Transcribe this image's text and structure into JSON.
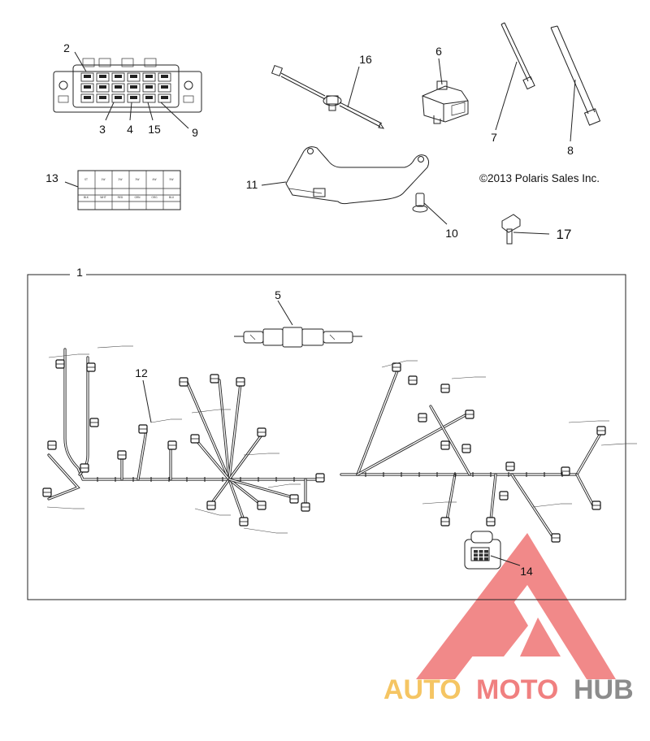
{
  "copyright": "©2013 Polaris Sales Inc.",
  "callouts": {
    "c1": "1",
    "c2": "2",
    "c3": "3",
    "c4": "4",
    "c5": "5",
    "c6": "6",
    "c7": "7",
    "c8": "8",
    "c9": "9",
    "c10": "10",
    "c11": "11",
    "c12": "12",
    "c13": "13",
    "c14": "14",
    "c15": "15",
    "c16": "16",
    "c17": "17"
  },
  "watermark": {
    "part1": "AUTO",
    "part2": "MOTO",
    "part3": "HUB",
    "color_triangle": "#f08080",
    "color_auto": "#f5c563",
    "color_moto": "#f08080",
    "color_hub": "#8c8c8c"
  },
  "table13": {
    "row1": [
      "ST",
      "1W",
      "2W",
      "3W",
      "4W",
      "5W"
    ],
    "row2": [
      "BLK",
      "WHT",
      "RED",
      "GRN",
      "ORG",
      "BLU"
    ]
  }
}
